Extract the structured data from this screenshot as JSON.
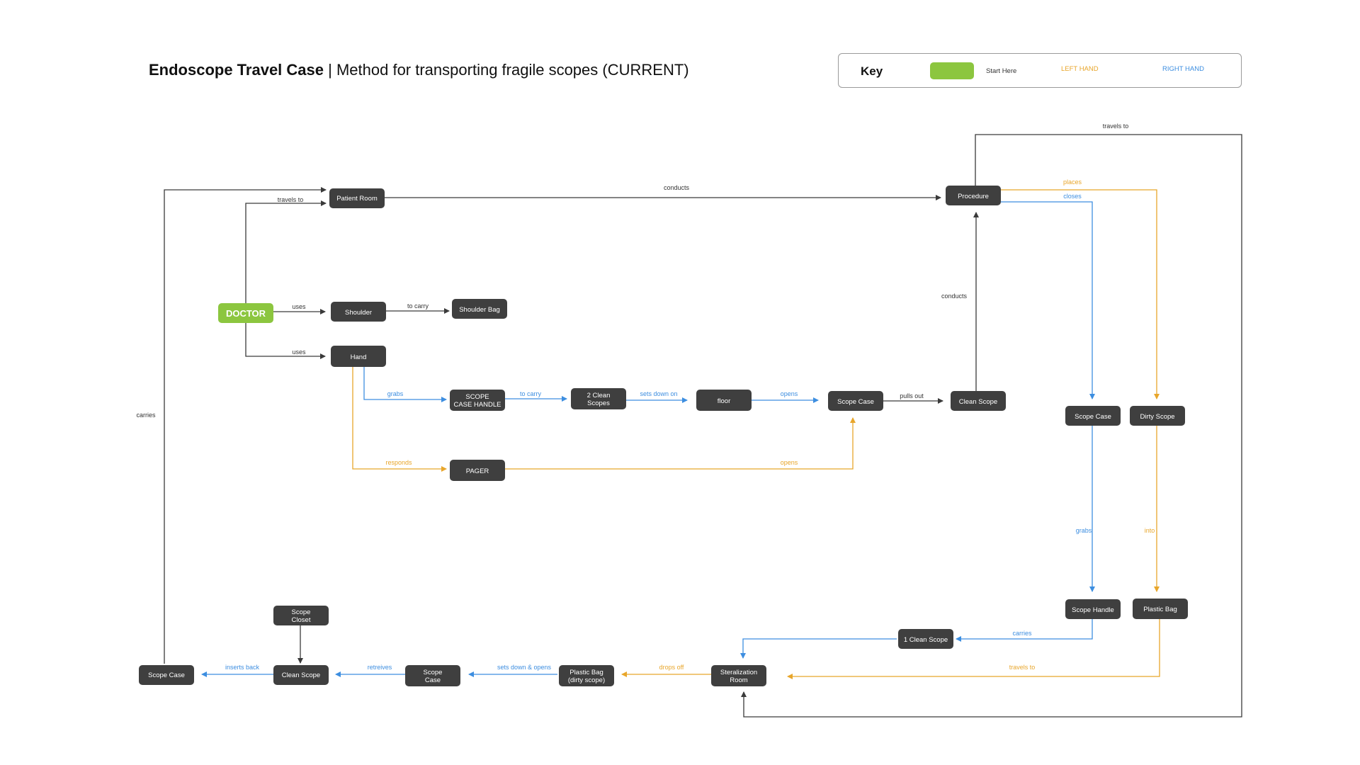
{
  "title": {
    "bold": "Endoscope Travel Case",
    "separator": "|",
    "rest": "Method for transporting fragile scopes (CURRENT)"
  },
  "key": {
    "label": "Key",
    "start_here": "Start Here",
    "left_hand": "LEFT HAND",
    "right_hand": "RIGHT HAND",
    "colors": {
      "start": "#8cc63f",
      "left_hand": "#e8a62b",
      "right_hand": "#3d8ee0",
      "node": "#3f3f3f",
      "neutral": "#3a3a3a"
    }
  },
  "nodes": {
    "doctor": "DOCTOR",
    "patient_room": "Patient Room",
    "procedure": "Procedure",
    "shoulder": "Shoulder",
    "shoulder_bag": "Shoulder Bag",
    "hand": "Hand",
    "scope_case_handle": [
      "SCOPE",
      "CASE HANDLE"
    ],
    "two_clean_scopes": [
      "2 Clean",
      "Scopes"
    ],
    "floor": "floor",
    "scope_case_mid": "Scope Case",
    "clean_scope_mid": "Clean Scope",
    "pager": "PAGER",
    "scope_case_right": "Scope Case",
    "dirty_scope": "Dirty Scope",
    "scope_handle": "Scope Handle",
    "plastic_bag_right": "Plastic Bag",
    "one_clean_scope": "1 Clean Scope",
    "sterilization_room": [
      "Steralization",
      "Room"
    ],
    "plastic_bag_dirty": [
      "Plastic Bag",
      "(dirty scope)"
    ],
    "scope_case_bottom": [
      "Scope",
      "Case"
    ],
    "scope_closet": [
      "Scope",
      "Closet"
    ],
    "clean_scope_bottom": "Clean Scope",
    "scope_case_left": "Scope Case"
  },
  "edges": {
    "travels_to_patient": "travels to",
    "conducts_top": "conducts",
    "travels_to_top": "travels to",
    "places": "places",
    "closes": "closes",
    "uses_shoulder": "uses",
    "to_carry_bag": "to carry",
    "uses_hand": "uses",
    "grabs_handle": "grabs",
    "to_carry_scopes": "to carry",
    "sets_down_on": "sets down on",
    "opens_blue": "opens",
    "pulls_out": "pulls out",
    "conducts_side": "conducts",
    "responds": "responds",
    "opens_orange": "opens",
    "grabs_right": "grabs",
    "into": "into",
    "carries_right": "carries",
    "travels_to_bottom": "travels to",
    "drops_off": "drops off",
    "sets_down_opens": "sets down & opens",
    "retreives": "retreives",
    "inserts_back": "inserts back",
    "carries_left": "carries"
  }
}
